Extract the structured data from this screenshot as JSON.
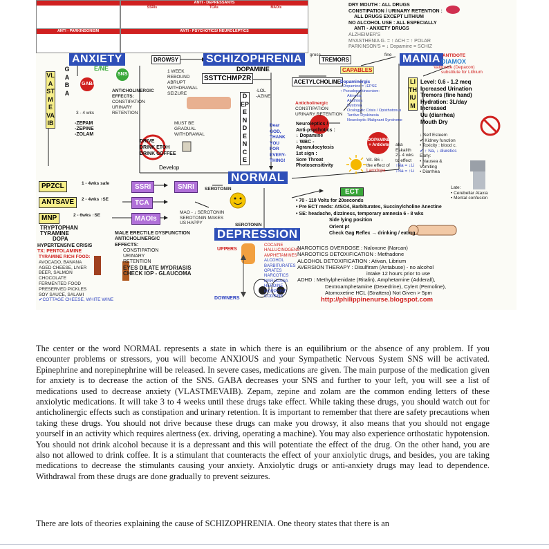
{
  "diagram": {
    "antidepressants_header": "ANTI - DEPRESSANTS",
    "antidepressant_cols": [
      "SSRIs",
      "TCAs",
      "MAOIs"
    ],
    "antiparkinsonism_header": "ANTI - PARKINSONISM",
    "antipsychotic_header": "ANTI - PSYCHOTICS/ NEUROLEPTICS",
    "top_right_lines": [
      "DRY MOUTH : ALL DRUGS",
      "CONSTIPATION / URINARY RETENTION :",
      "ALL DRUGS EXCEPT LITHIUM",
      "NO ALCOHOL USE : ALL ESPECIALLY",
      "ANTI - ANXIETY DRUGS",
      "ALZHEIMER'S",
      "MYASTHENIA G. = ↑ ACH = ↑ POLAR",
      "PARKINSON'S = ↓ Dopamine = SCHIZ"
    ],
    "anxiety": "ANXIETY",
    "drowsy": "DROWSY",
    "schizophrenia": "SCHIZOPHRENIA",
    "tremors": "TREMORS",
    "mania": "MANIA",
    "antidote_label": "ANTIDOTE",
    "diamox": "DIAMOX",
    "valproate": "Valproate (Depacon)",
    "substitute": "substitute for Lithium",
    "gross": "gross",
    "fine": "fine",
    "ene": "E/NE",
    "gaba": "GABA",
    "sns": "SNS",
    "vlastmevaib": "VLASTMEVAIB",
    "gaba_letters": "GABA",
    "week_rebound": [
      "1 WEEK",
      "REBOUND",
      "ABRUPT",
      "WITHDRAWAL",
      "SEIZURE"
    ],
    "anticholinergic_effects": [
      "ANTICHOLINERGIC",
      "EFFECTS:",
      "CONSTIPATION",
      "URINARY",
      "RETENTION"
    ],
    "weeks_34": "3 - 4 wks",
    "zepam": [
      "-ZEPAM",
      "-ZEPINE",
      "-ZOLAM"
    ],
    "must_be": [
      "MUST BE",
      "GRADUAL",
      "WITHDRAWAL"
    ],
    "drive": [
      "DRIVE",
      "DRINK ETOH",
      "DRINK COFFEE"
    ],
    "develop": "Develop",
    "dependence": "DEPENDENCE",
    "dopamine": "DOPAMINE",
    "ssttchmpzr": "SSTTCHMPZR",
    "lol": [
      "-LOL",
      "-AZINE"
    ],
    "acetylcholine": "ACETYLCHOLINE",
    "capables": "CAPABLES",
    "dopaminergic": [
      "Dopaminergic",
      "↑ Dopamine = ↓EPSE",
      "↑ Pseudoparkinsonism:",
      "Akinesia",
      "Akathisia",
      "Dystonia",
      "Oculogyric Crisis / Opisthotonus",
      "Tardive Dyskinesia",
      "Neuroleptic Malignant Syndrome"
    ],
    "anticholinergic2": [
      "Anticholinergic",
      "CONSTIPATION",
      "URINARY RETENTION"
    ],
    "neuroleptics": [
      "Neuroleptics /",
      "Anti-psychotics :",
      "↓ Dopamine",
      "↓ WBC -",
      "Agranulocytosis",
      "1st sign :",
      "Sore Throat",
      "Photosensitivity"
    ],
    "dear_god": [
      "Dear",
      "GOD,",
      "THANK",
      "YOU",
      "FOR",
      "EVERY-",
      "THING!"
    ],
    "dopamine_antidote": [
      "DOPAMINE",
      "+ Antidote"
    ],
    "vit_b6": [
      "Vit. B6 ↓",
      "the effect of",
      "Larodopa"
    ],
    "lithium_level": [
      "Level: 0.6 - 1.2 meq",
      "Increased Urination",
      "Tremors (fine hand)",
      "Hydration: 3L/day",
      "Increased",
      "Uu (diarrhea)",
      "Mouth Dry"
    ],
    "lithium_vertical": "LITHIUM",
    "aka": [
      "aka",
      "Eskalith",
      "2 - 4 wks",
      "to effect",
      "↑Na = ↓Li",
      "↓Na = ↑Li"
    ],
    "self_esteem": [
      "↓ Self Esteem",
      "✔ Kidney function",
      "• Toxicity : blood c.",
      "✔ ↑ Na, ↓ diuretics",
      "Early:",
      "• Nausea &",
      "Vomiting",
      "• Diarrhea"
    ],
    "late": [
      "Late:",
      "• Cerebellar Ataxia",
      "• Mental confusion"
    ],
    "normal": "NORMAL",
    "serotonin": "SEROTONIN",
    "ect": "ECT",
    "ect_lines": [
      "• 70 - 110 Volts for 20seconds",
      "• Pre ECT meds: AtSO4, Barbiturates, Succinylcholine Anectine",
      "• SE: headache, dizziness, temporary amnesia 6 - 8 wks",
      "Side lying position",
      "Orient pt",
      "Check Gag Reflex → drinking / eating"
    ],
    "ppzcl": "PPZCL",
    "antsave": "ANTSAVE",
    "mnp": "MNP",
    "ssri": "SSRI",
    "snri": "SNRI",
    "tca": "TCA",
    "maois": "MAOIs",
    "weeks_safe": "1 - 4wks safe",
    "weeks_se": "2 - 4wks ↑SE",
    "weeks_se2": "2 - 6wks ↑SE",
    "mao_text": [
      "MAO - ↓ SEROTONIN",
      "SEROTONIN MAKES",
      "US HAPPY"
    ],
    "tryptophan": [
      "TRYPTOPHAN",
      "TYRAMINE",
      "DOPA"
    ],
    "hypertensive": [
      "HYPERTENSIVE CRISIS",
      "TX: PENTOLAMINE"
    ],
    "tyramine_food": [
      "TYRAMINE RICH FOOD:",
      "AVOCADO, BANANA",
      "AGED CHEESE, LIVER",
      "BEER, SALMON",
      "CHOCOLATE",
      "FERMENTED FOOD",
      "PRESERVED PICKLES",
      "SOY SAUCE, SALAMI",
      "✔COTTAGE CHEESE, WHITE WINE"
    ],
    "male_erectile": [
      "MALE ERECTILE DYSFUNCTION",
      "ANTICHOLINERGIC",
      "EFFECTS:",
      "CONSTIPATION",
      "URINARY",
      "RETENTION",
      "EYES DILATE MYDRIASIS",
      "CHECK IOP - GLAUCOMA"
    ],
    "serotonin2": "SEROTONIN",
    "depression": "DEPRESSION",
    "uppers": "UPPERS",
    "downers": "DOWNERS",
    "drug_list": [
      "COCAINE",
      "HALLUCINOGENS",
      "AMPHETAMINES",
      "ALCOHOL",
      "BARBITURATES",
      "OPIATES",
      "NARCOTICS",
      "MARIJUANA",
      "HEROINE",
      "MORPHINE",
      "CODEINE"
    ],
    "narcotics": [
      "NARCOTICS OVERDOSE : Naloxone (Narcan)",
      "NARCOTICS DETOXIFICATION : Methadone",
      "ALCOHOL DETOXIFICATION : Ativan, Librium",
      "AVERSION THERAPY : Disulfiram (Antabuse) - no alcohol",
      "intake 12 hours prior to use",
      "ADHD : Methylphenidate (Ritalin), Amphetamine (Adderall),",
      "Dextroamphetamine (Dexedrine), Cylert (Pemoline),",
      "Atomoxetine HCL (Strattera) Not Given > 5pm"
    ],
    "url": "http://philippinenurse.blogspot.com"
  },
  "body_text": {
    "paragraph1": "The center or the word NORMAL represents a state in which there is an equilibrium or the absence of any problem. If you encounter problems or stressors, you will become ANXIOUS and your Sympathetic Nervous System SNS will be activated. Epinephrine and norepinephrine will be released. In severe cases, medications are given. The main purpose of the medication given for anxiety is to decrease the action of the SNS. GABA decreases your SNS and further to your left, you will see a list of medications used to decrease anxiety (VLASTMEVAIB). Zepam, zepine and zolam are the common ending letters of these anxiolytic medications. It will take 3 to 4 weeks until these drugs take effect. While taking these drugs, you should watch out for anticholinergic effects such as constipation and urinary retention. It is important to remember that there are safety precautions when taking these drugs. You should not drive because these drugs can make you drowsy, it also means that you should not engage yourself in an activity which requires alertness (ex. driving, operating a machine). You may also experience orthostatic hypotension. You should not drink alcohol because it is a depressant and this will potentiate the effect of the drug. On the other hand, you are also not allowed to drink coffee. It is a stimulant that counteracts the effect of your anxiolytic drugs, and besides, you are taking medications to decrease the stimulants causing your anxiety. Anxiolytic drugs or anti-anxiety drugs may lead to dependence. Withdrawal from these drugs are done gradually to prevent seizures.",
    "paragraph2": "There are lots of theories explaining the cause of SCHIZOPHRENIA. One theory states that there is an"
  },
  "colors": {
    "blue_header": "#2e4fb8",
    "red": "#d0201e",
    "purple": "#b070d8",
    "yellow": "#f7ef8a"
  }
}
